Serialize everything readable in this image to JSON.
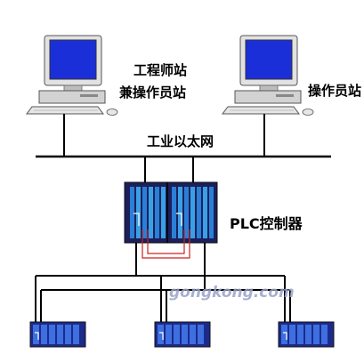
{
  "labels": {
    "engineer_station_line1": "工程师站",
    "engineer_station_line2": "兼操作员站",
    "operator_station": "操作员站",
    "industrial_ethernet": "工业以太网",
    "plc_controller": "PLC控制器",
    "watermark": "gongkong.com"
  },
  "colors": {
    "monitor_screen": "#1b2fd8",
    "computer_body": "#d8d8d8",
    "rack_dark": "#1c1f5a",
    "rack_module": "#2a7fd6",
    "io_module": "#3d4fd8",
    "redundant_link": "#cc2222",
    "bus_line": "#000000"
  }
}
